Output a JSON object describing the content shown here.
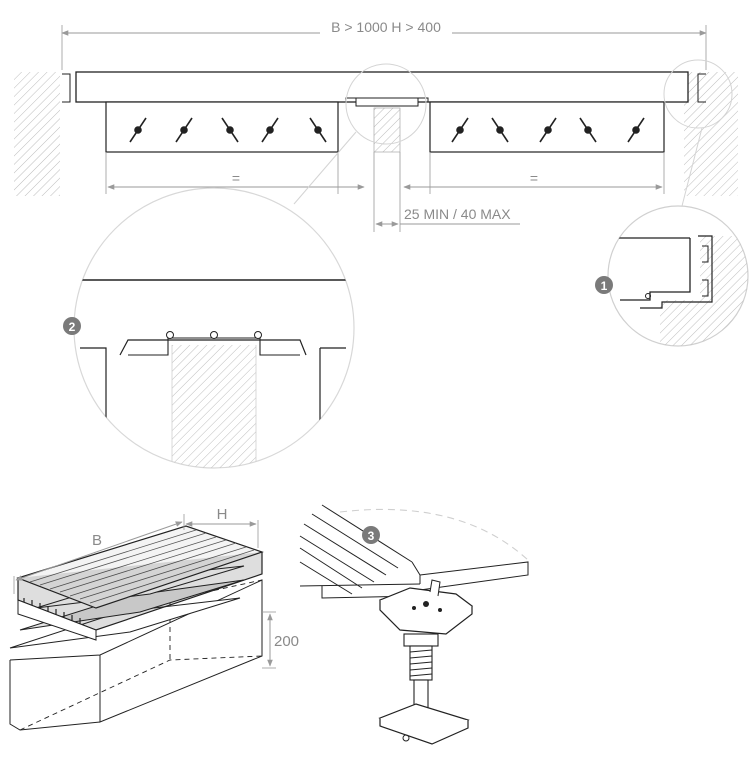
{
  "labels": {
    "overall_span": "B > 1000 H > 400",
    "equal_left": "=",
    "equal_right": "=",
    "gap": "25 MIN / 40 MAX",
    "width": "B",
    "height": "H",
    "depth": "200"
  },
  "callouts": [
    "1",
    "2",
    "3"
  ],
  "colors": {
    "line": "#222222",
    "dimension": "#9a9a9a",
    "hatch": "#bdbdbd",
    "callout_fill": "#7a7a7a",
    "callout_text": "#ffffff"
  }
}
